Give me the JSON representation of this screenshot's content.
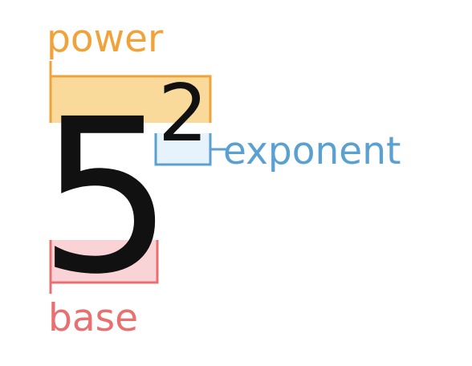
{
  "diagram": {
    "base_digit": "5",
    "exponent_digit": "2",
    "labels": {
      "power": "power",
      "exponent": "exponent",
      "base": "base"
    },
    "colors": {
      "power_stroke": "#f0a33a",
      "power_fill": "#f9da9b",
      "exponent_stroke": "#5aa0d0",
      "exponent_fill": "#e6f3fc",
      "base_stroke": "#e87070",
      "base_fill": "#f9d3d5",
      "digits": "#111111"
    }
  }
}
